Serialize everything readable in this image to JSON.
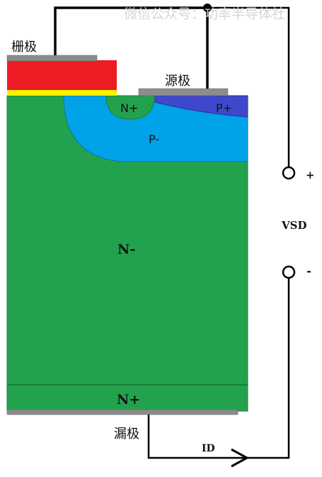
{
  "watermark": "微信公众号：功率半导体社",
  "labels": {
    "gate": "栅极",
    "source": "源极",
    "drain": "漏极",
    "n_plus_top": "N+",
    "p_plus": "P+",
    "p_minus": "P-",
    "n_minus": "N-",
    "n_plus_bottom": "N+",
    "vsd": "VSD",
    "plus_sign": "+",
    "minus_sign": "-",
    "id": "ID"
  },
  "colors": {
    "gate_poly": "#ee1c24",
    "gate_oxide": "#fff200",
    "metal": "#8c8c8c",
    "n_region": "#23a24d",
    "p_minus_region": "#00a2e8",
    "p_plus_region": "#3f48cc",
    "wire": "#000000"
  }
}
